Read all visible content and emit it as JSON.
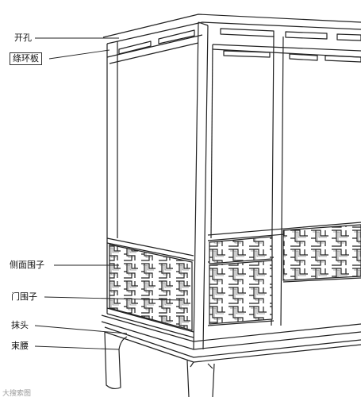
{
  "labels": {
    "kaikong": "开孔",
    "yuanhuanban": "绦环板",
    "cemianweizi": "侧面围子",
    "menweizi": "门围子",
    "yatou": "抹头",
    "shuyao": "束腰"
  },
  "watermark": "大搜索图",
  "colors": {
    "line": "#222222",
    "background": "#ffffff",
    "watermark": "#9a9a9a"
  }
}
